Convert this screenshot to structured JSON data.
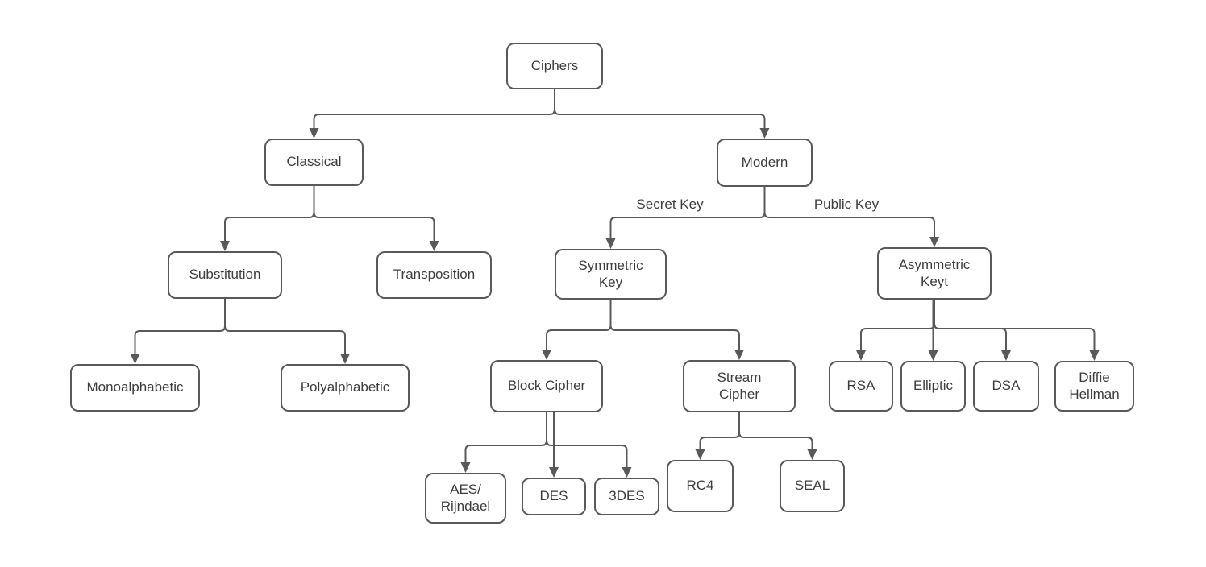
{
  "diagram": {
    "colors": {
      "background": "#ffffff",
      "stroke": "#595959",
      "node_fill": "#ffffff",
      "text": "#3d3d3d"
    },
    "nodes": [
      {
        "id": "ciphers",
        "label": "Ciphers"
      },
      {
        "id": "classical",
        "label": "Classical"
      },
      {
        "id": "modern",
        "label": "Modern"
      },
      {
        "id": "substitution",
        "label": "Substitution"
      },
      {
        "id": "transposition",
        "label": "Transposition"
      },
      {
        "id": "symmetric",
        "label": "Symmetric\nKey"
      },
      {
        "id": "asymmetric",
        "label": "Asymmetric\nKeyt"
      },
      {
        "id": "mono",
        "label": "Monoalphabetic"
      },
      {
        "id": "poly",
        "label": "Polyalphabetic"
      },
      {
        "id": "block",
        "label": "Block Cipher"
      },
      {
        "id": "stream",
        "label": "Stream\nCipher"
      },
      {
        "id": "rsa",
        "label": "RSA"
      },
      {
        "id": "elliptic",
        "label": "Elliptic"
      },
      {
        "id": "dsa",
        "label": "DSA"
      },
      {
        "id": "diffie",
        "label": "Diffie\nHellman"
      },
      {
        "id": "aes",
        "label": "AES/\nRijndael"
      },
      {
        "id": "des",
        "label": "DES"
      },
      {
        "id": "3des",
        "label": "3DES"
      },
      {
        "id": "rc4",
        "label": "RC4"
      },
      {
        "id": "seal",
        "label": "SEAL"
      }
    ],
    "edges": [
      {
        "from": "ciphers",
        "to": "classical",
        "label": ""
      },
      {
        "from": "ciphers",
        "to": "modern",
        "label": ""
      },
      {
        "from": "classical",
        "to": "substitution",
        "label": ""
      },
      {
        "from": "classical",
        "to": "transposition",
        "label": ""
      },
      {
        "from": "modern",
        "to": "symmetric",
        "label": "Secret Key"
      },
      {
        "from": "modern",
        "to": "asymmetric",
        "label": "Public Key"
      },
      {
        "from": "substitution",
        "to": "mono",
        "label": ""
      },
      {
        "from": "substitution",
        "to": "poly",
        "label": ""
      },
      {
        "from": "symmetric",
        "to": "block",
        "label": ""
      },
      {
        "from": "symmetric",
        "to": "stream",
        "label": ""
      },
      {
        "from": "asymmetric",
        "to": "rsa",
        "label": ""
      },
      {
        "from": "asymmetric",
        "to": "elliptic",
        "label": ""
      },
      {
        "from": "asymmetric",
        "to": "dsa",
        "label": ""
      },
      {
        "from": "asymmetric",
        "to": "diffie",
        "label": ""
      },
      {
        "from": "block",
        "to": "aes",
        "label": ""
      },
      {
        "from": "block",
        "to": "des",
        "label": ""
      },
      {
        "from": "block",
        "to": "3des",
        "label": ""
      },
      {
        "from": "stream",
        "to": "rc4",
        "label": ""
      },
      {
        "from": "stream",
        "to": "seal",
        "label": ""
      }
    ]
  }
}
